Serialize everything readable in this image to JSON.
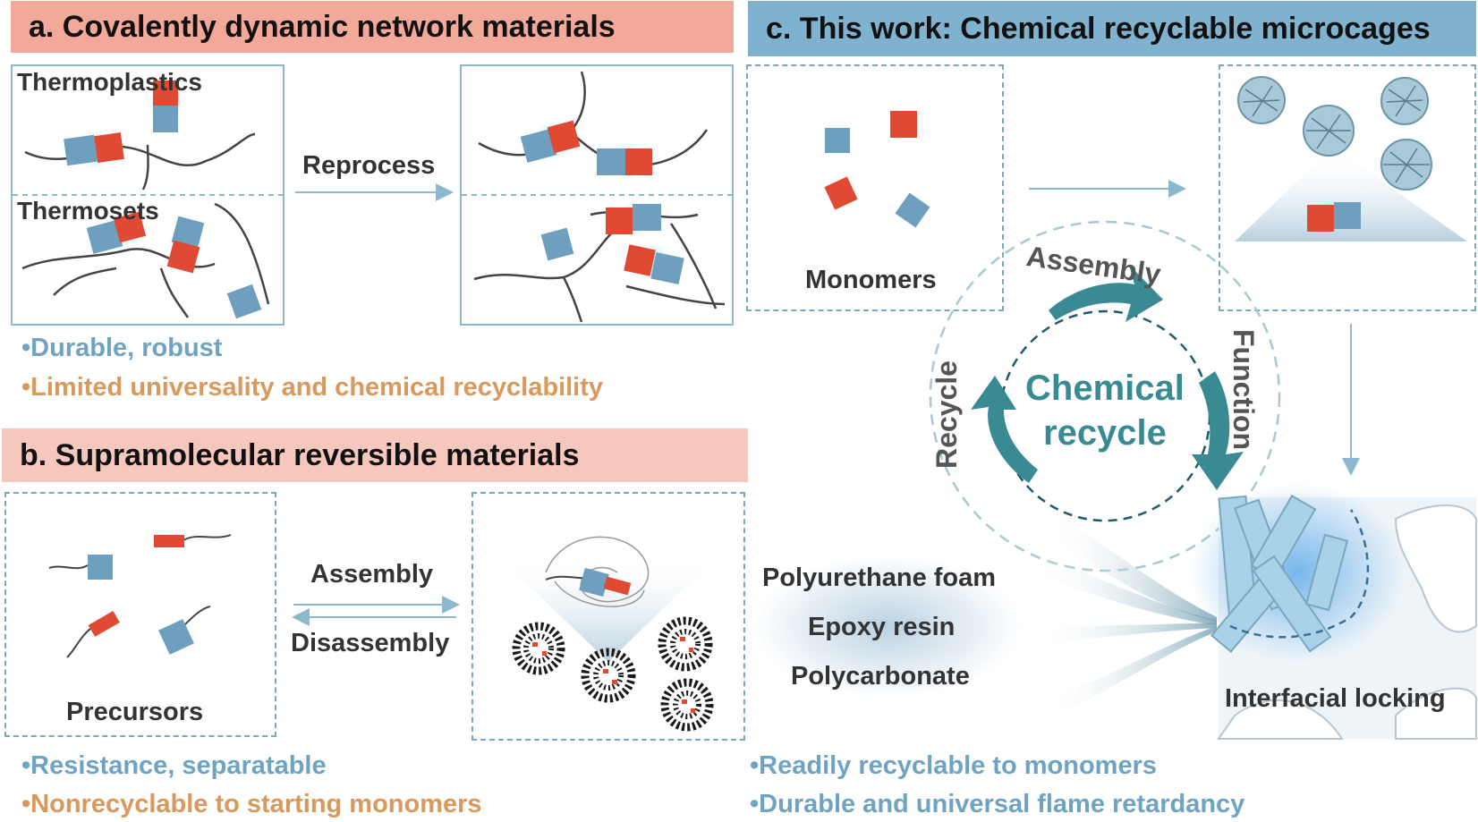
{
  "panel_a": {
    "title": "a. Covalently dynamic network materials",
    "thermoplastics_label": "Thermoplastics",
    "thermosets_label": "Thermosets",
    "arrow_label": "Reprocess",
    "bullets": [
      "Durable, robust",
      "Limited universality and chemical recyclability"
    ]
  },
  "panel_b": {
    "title": "b. Supramolecular reversible materials",
    "precursors_label": "Precursors",
    "forward_label": "Assembly",
    "reverse_label": "Disassembly",
    "bullets": [
      "Resistance, separatable",
      "Nonrecyclable to starting monomers"
    ]
  },
  "panel_c": {
    "title": "c. This work: Chemical recyclable microcages",
    "monomers_label": "Monomers",
    "cycle_center": [
      "Chemical",
      "recycle"
    ],
    "cycle_steps": [
      "Assembly",
      "Function",
      "Recycle"
    ],
    "applications": [
      "Polyurethane foam",
      "Epoxy resin",
      "Polycarbonate"
    ],
    "interface_label": "Interfacial locking",
    "bullets": [
      "Readily recyclable to monomers",
      "Durable and universal flame retardancy"
    ]
  },
  "colors": {
    "blue_block": "#6f9fbf",
    "red_block": "#e04a33",
    "cycle_teal": "#3a8a94",
    "bullet_blue": "#6fa3c2",
    "bullet_orange": "#d9995c"
  }
}
